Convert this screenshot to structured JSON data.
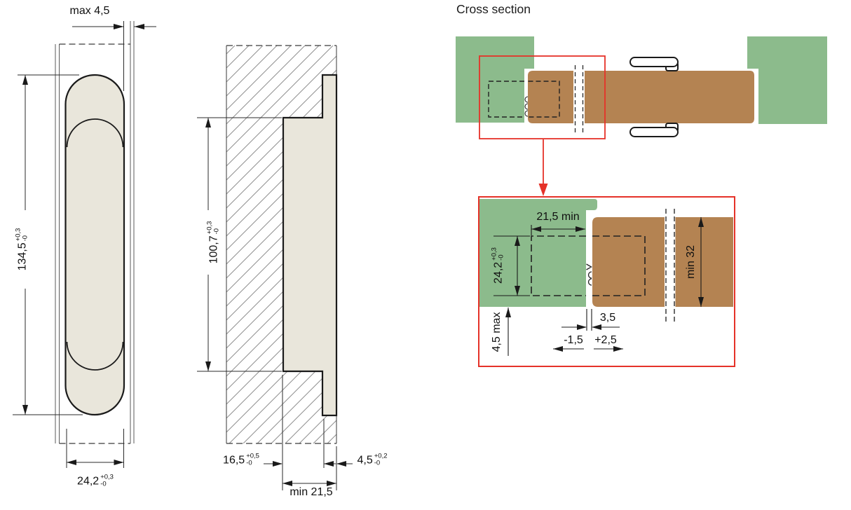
{
  "title": "Cross section",
  "front_view": {
    "edge_rounding": "max 4,5",
    "cutout_length": {
      "value": "134,5",
      "tol_plus": "+0,3",
      "tol_minus": "-0"
    },
    "cutout_width": {
      "value": "24,2",
      "tol_plus": "+0,3",
      "tol_minus": "-0"
    }
  },
  "side_view": {
    "body_length": {
      "value": "100,7",
      "tol_plus": "+0,3",
      "tol_minus": "-0"
    },
    "body_depth": {
      "value": "16,5",
      "tol_plus": "+0,5",
      "tol_minus": "-0"
    },
    "faceplate_depth": {
      "value": "4,5",
      "tol_plus": "+0,2",
      "tol_minus": "-0"
    },
    "min_cutout_depth": "min 21,5"
  },
  "detail_view": {
    "frame_mortise_depth": "21,5 min",
    "mortise_width": {
      "value": "24,2",
      "tol_plus": "+0,3",
      "tol_minus": "-0"
    },
    "edge_distance": "4,5 max",
    "nominal_gap": "3,5",
    "gap_adjust_minus": "-1,5",
    "gap_adjust_plus": "+2,5",
    "min_door_thickness": "min 32"
  },
  "colors": {
    "frame": "#8cbb8c",
    "door": "#b48352",
    "hinge": "#e9e6db",
    "highlight": "#e53229"
  }
}
